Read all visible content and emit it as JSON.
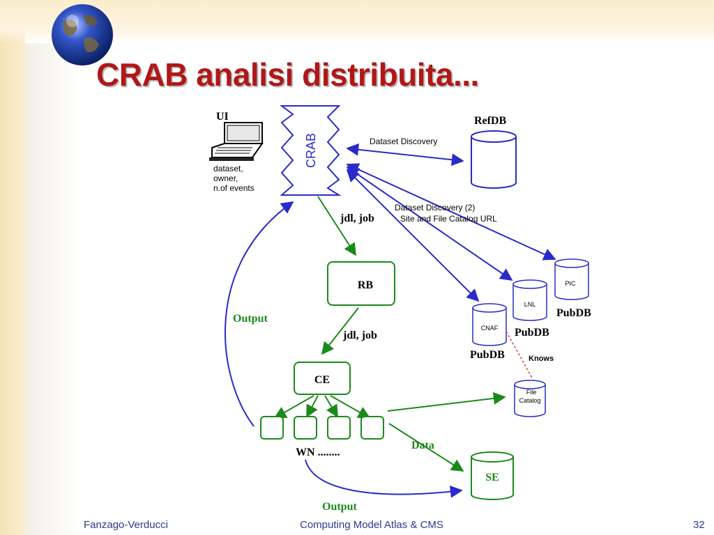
{
  "slide": {
    "title": "CRAB analisi distribuita...",
    "footer_left": "Fanzago-Verducci",
    "footer_center": "Computing Model Atlas & CMS",
    "footer_right": "32"
  },
  "diagram": {
    "ui_label": "UI",
    "ui_notes": [
      "dataset,",
      "owner,",
      "n.of events"
    ],
    "crab_label": "CRAB",
    "refdb_label": "RefDB",
    "dataset_discovery": "Dataset Discovery",
    "dataset_discovery_2": "Dataset Discovery (2)",
    "site_file_catalog": "Site and File Catalog URL",
    "jdl_job_1": "jdl, job",
    "jdl_job_2": "jdl, job",
    "rb_label": "RB",
    "ce_label": "CE",
    "wn_label": "WN ........",
    "output_left": "Output",
    "output_bottom": "Output",
    "data_label": "Data",
    "se_label": "SE",
    "pubdb_cnaf_code": "CNAF",
    "pubdb_lnl_code": "LNL",
    "pubdb_pic_code": "PIC",
    "pubdb_label_1": "PubDB",
    "pubdb_label_2": "PubDB",
    "pubdb_label_3": "PubDB",
    "knows_label": "Knows",
    "file_catalog_line1": "File",
    "file_catalog_line2": "Catalog"
  },
  "colors": {
    "title": "#b01818",
    "blue": "#2a2ac8",
    "green": "#1a8a1a",
    "knows_dash": "#d04040",
    "footer_text": "#2b3a8f"
  }
}
